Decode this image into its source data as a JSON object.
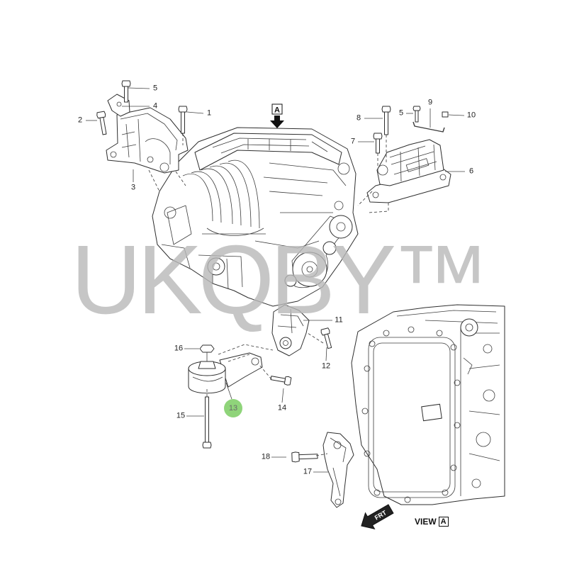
{
  "watermark": "UKQBY™",
  "view_marker": {
    "letter": "A",
    "icon": "arrow-down-icon"
  },
  "view_label": {
    "word": "VIEW",
    "letter": "A"
  },
  "front_arrow": {
    "label": "FRT",
    "icon": "front-arrow-icon"
  },
  "callouts": [
    "5",
    "4",
    "2",
    "1",
    "3",
    "8",
    "5",
    "9",
    "10",
    "7",
    "6",
    "11",
    "16",
    "12",
    "13",
    "14",
    "15",
    "18",
    "17"
  ],
  "colors": {
    "highlight": "#8fd47a",
    "watermark": "#b8b8b8",
    "line": "#2e2e2e"
  }
}
